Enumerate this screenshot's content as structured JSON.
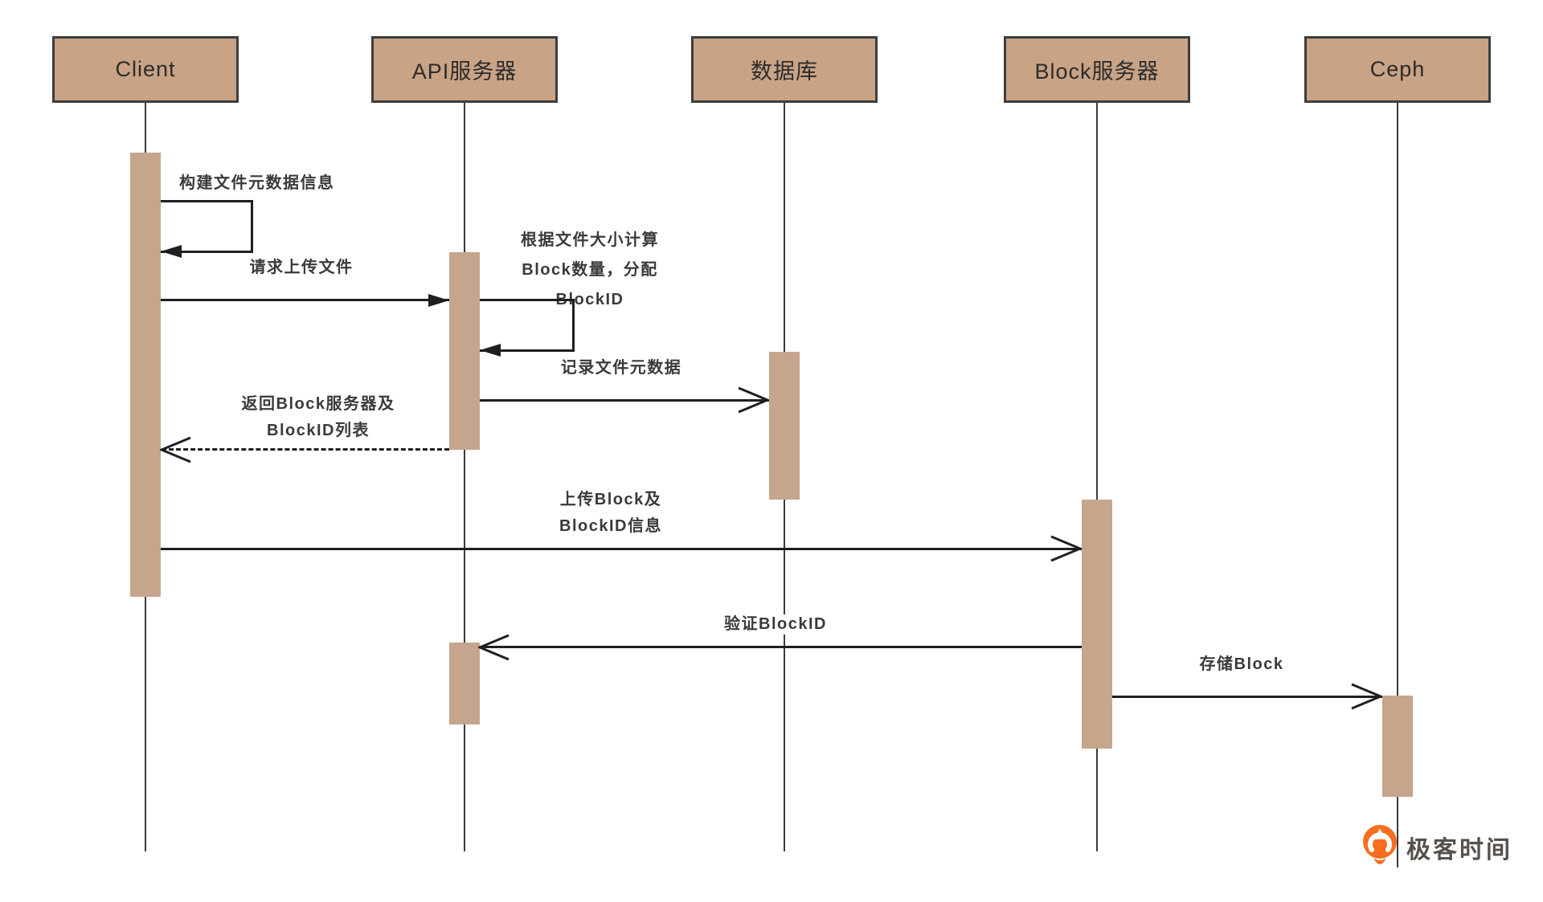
{
  "diagram": {
    "type": "uml-sequence",
    "participants": [
      {
        "id": "client",
        "label": "Client"
      },
      {
        "id": "api",
        "label": "API服务器"
      },
      {
        "id": "db",
        "label": "数据库"
      },
      {
        "id": "block",
        "label": "Block服务器"
      },
      {
        "id": "ceph",
        "label": "Ceph"
      }
    ],
    "messages": [
      {
        "index": 1,
        "from": "Client",
        "to": "Client",
        "type": "self",
        "line": "solid",
        "arrow": "filled",
        "label": "构建文件元数据信息",
        "label_lines": [
          "构建文件元数据信息"
        ]
      },
      {
        "index": 2,
        "from": "Client",
        "to": "API服务器",
        "type": "sync",
        "line": "solid",
        "arrow": "filled",
        "label": "请求上传文件",
        "label_lines": [
          "请求上传文件"
        ]
      },
      {
        "index": 3,
        "from": "API服务器",
        "to": "API服务器",
        "type": "self",
        "line": "solid",
        "arrow": "filled",
        "label": "根据文件大小计算Block数量，分配BlockID",
        "label_lines": [
          "根据文件大小计算",
          "Block数量，分配",
          "BlockID"
        ]
      },
      {
        "index": 4,
        "from": "API服务器",
        "to": "数据库",
        "type": "sync",
        "line": "solid",
        "arrow": "open",
        "label": "记录文件元数据",
        "label_lines": [
          "记录文件元数据"
        ]
      },
      {
        "index": 5,
        "from": "API服务器",
        "to": "Client",
        "type": "return",
        "line": "dashed",
        "arrow": "open",
        "label": "返回Block服务器及BlockID列表",
        "label_lines": [
          "返回Block服务器及",
          "BlockID列表"
        ]
      },
      {
        "index": 6,
        "from": "Client",
        "to": "Block服务器",
        "type": "sync",
        "line": "solid",
        "arrow": "open",
        "label": "上传Block及BlockID信息",
        "label_lines": [
          "上传Block及",
          "BlockID信息"
        ]
      },
      {
        "index": 7,
        "from": "Block服务器",
        "to": "API服务器",
        "type": "sync",
        "line": "solid",
        "arrow": "open",
        "label": "验证BlockID",
        "label_lines": [
          "验证BlockID"
        ]
      },
      {
        "index": 8,
        "from": "Block服务器",
        "to": "Ceph",
        "type": "sync",
        "line": "solid",
        "arrow": "open",
        "label": "存储Block",
        "label_lines": [
          "存储Block"
        ]
      }
    ]
  },
  "branding": {
    "logo_text": "极客时间",
    "logo_orange": "#f86e21",
    "logo_text_color": "#55504a"
  },
  "colors": {
    "background": "#ffffff",
    "participant_fill": "#c9a385",
    "participant_border": "#3d3d3d",
    "activation_fill": "#c5a58c",
    "line": "#1f1f1f",
    "message_text": "#3a3a3a"
  }
}
